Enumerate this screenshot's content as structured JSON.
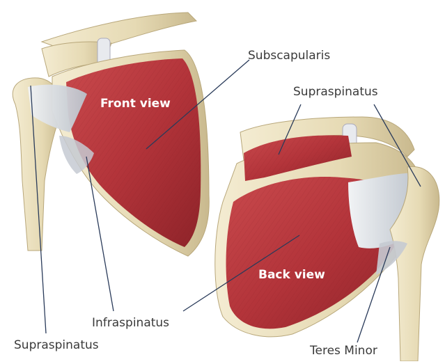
{
  "views": {
    "front": "Front view",
    "back": "Back view"
  },
  "labels": {
    "subscapularis": "Subscapularis",
    "supraspinatus_back": "Supraspinatus",
    "infraspinatus": "Infraspinatus",
    "supraspinatus_front": "Supraspinatus",
    "teres_minor": "Teres Minor"
  },
  "colors": {
    "muscle": "#b8353a",
    "muscle_dark": "#8f2228",
    "tendon": "#d9dde3",
    "bone": "#ece3c6",
    "bone_shadow": "#cdbf98",
    "leader_line": "#2a3b5a"
  }
}
